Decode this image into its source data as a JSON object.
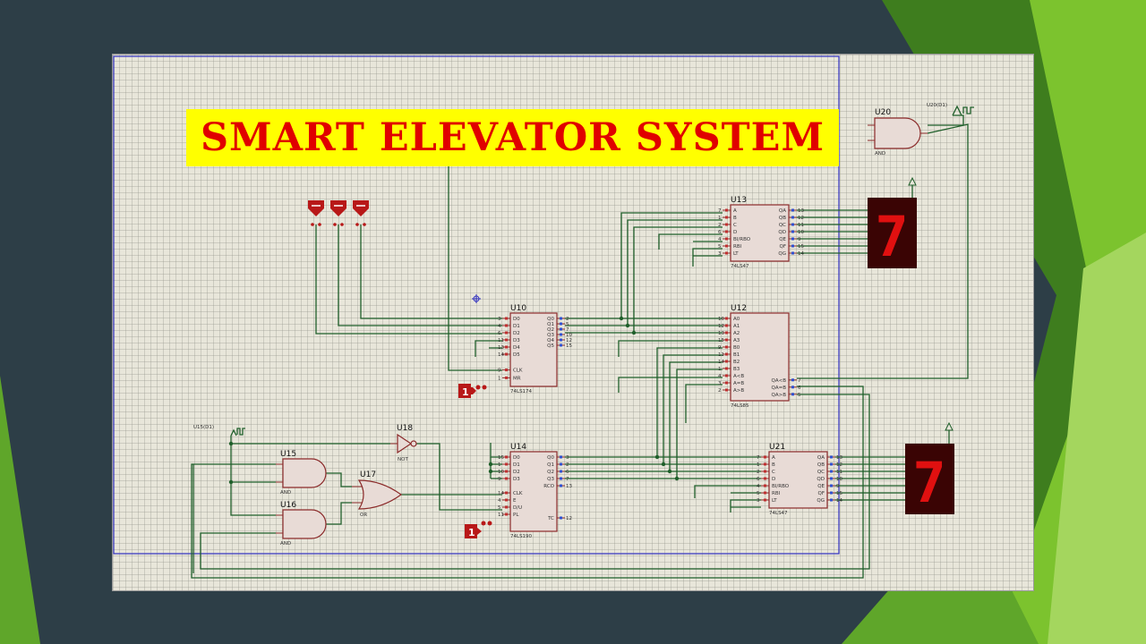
{
  "slide": {
    "title": "SMART ELEVATOR SYSTEM",
    "colors": {
      "background": "#2d3e47",
      "accent_green": "#7cc32e",
      "banner_yellow": "#ffff00",
      "title_red": "#e00000",
      "wire_green": "#1f5f2a",
      "chip_outline": "#8b2a2a"
    }
  },
  "components": {
    "u10": {
      "ref": "U10",
      "part": "74LS174",
      "pins_left": [
        "D0",
        "D1",
        "D2",
        "D3",
        "D4",
        "D5",
        "CLK",
        "MR"
      ],
      "pins_right": [
        "Q0",
        "Q1",
        "Q2",
        "Q3",
        "Q4",
        "Q5"
      ],
      "pnums_left": [
        "3",
        "4",
        "6",
        "11",
        "13",
        "14",
        "9",
        "1"
      ],
      "pnums_right": [
        "2",
        "5",
        "7",
        "10",
        "12",
        "15"
      ]
    },
    "u12": {
      "ref": "U12",
      "part": "74LS85",
      "pins_left": [
        "A0",
        "A1",
        "A2",
        "A3",
        "B0",
        "B1",
        "B2",
        "B3",
        "A<B",
        "A=B",
        "A>B"
      ],
      "pins_right": [
        "QA<B",
        "QA=B",
        "QA>B"
      ],
      "pnums_left": [
        "10",
        "12",
        "13",
        "15",
        "9",
        "11",
        "14",
        "1",
        "4",
        "3",
        "2"
      ],
      "pnums_right": [
        "7",
        "6",
        "5"
      ]
    },
    "u13": {
      "ref": "U13",
      "part": "74LS47",
      "pins_left": [
        "A",
        "B",
        "C",
        "D",
        "BI/RBO",
        "RBI",
        "LT"
      ],
      "pins_right": [
        "QA",
        "QB",
        "QC",
        "QD",
        "QE",
        "QF",
        "QG"
      ],
      "pnums_left": [
        "7",
        "1",
        "2",
        "6",
        "4",
        "5",
        "3"
      ],
      "pnums_right": [
        "13",
        "12",
        "11",
        "10",
        "9",
        "15",
        "14"
      ]
    },
    "u14": {
      "ref": "U14",
      "part": "74LS190",
      "pins_left": [
        "D0",
        "D1",
        "D2",
        "D3",
        "CLK",
        "E",
        "D/U",
        "PL"
      ],
      "pins_right": [
        "Q0",
        "Q1",
        "Q2",
        "Q3",
        "RCO",
        "TC"
      ],
      "pnums_left": [
        "15",
        "1",
        "10",
        "9",
        "14",
        "4",
        "5",
        "11"
      ],
      "pnums_right": [
        "3",
        "2",
        "6",
        "7",
        "13",
        "12"
      ]
    },
    "u21": {
      "ref": "U21",
      "part": "74LS47",
      "pins_left": [
        "A",
        "B",
        "C",
        "D",
        "BI/RBO",
        "RBI",
        "LT"
      ],
      "pins_right": [
        "QA",
        "QB",
        "QC",
        "QD",
        "QE",
        "QF",
        "QG"
      ],
      "pnums_left": [
        "7",
        "1",
        "2",
        "6",
        "4",
        "5",
        "3"
      ],
      "pnums_right": [
        "13",
        "12",
        "11",
        "10",
        "9",
        "15",
        "14"
      ]
    },
    "u15": {
      "ref": "U15",
      "type": "AND"
    },
    "u16": {
      "ref": "U16",
      "type": "AND"
    },
    "u17": {
      "ref": "U17",
      "type": "OR"
    },
    "u18": {
      "ref": "U18",
      "type": "NOT"
    },
    "u20": {
      "ref": "U20",
      "type": "AND"
    },
    "clock_u15": {
      "ref": "U15(D1)"
    },
    "clock_u20": {
      "ref": "U20(D1)"
    },
    "logic_state_1": {
      "value": "1"
    },
    "logic_state_2": {
      "value": "1"
    }
  },
  "displays": {
    "top": {
      "digit": "7"
    },
    "bottom": {
      "digit": "7"
    }
  }
}
